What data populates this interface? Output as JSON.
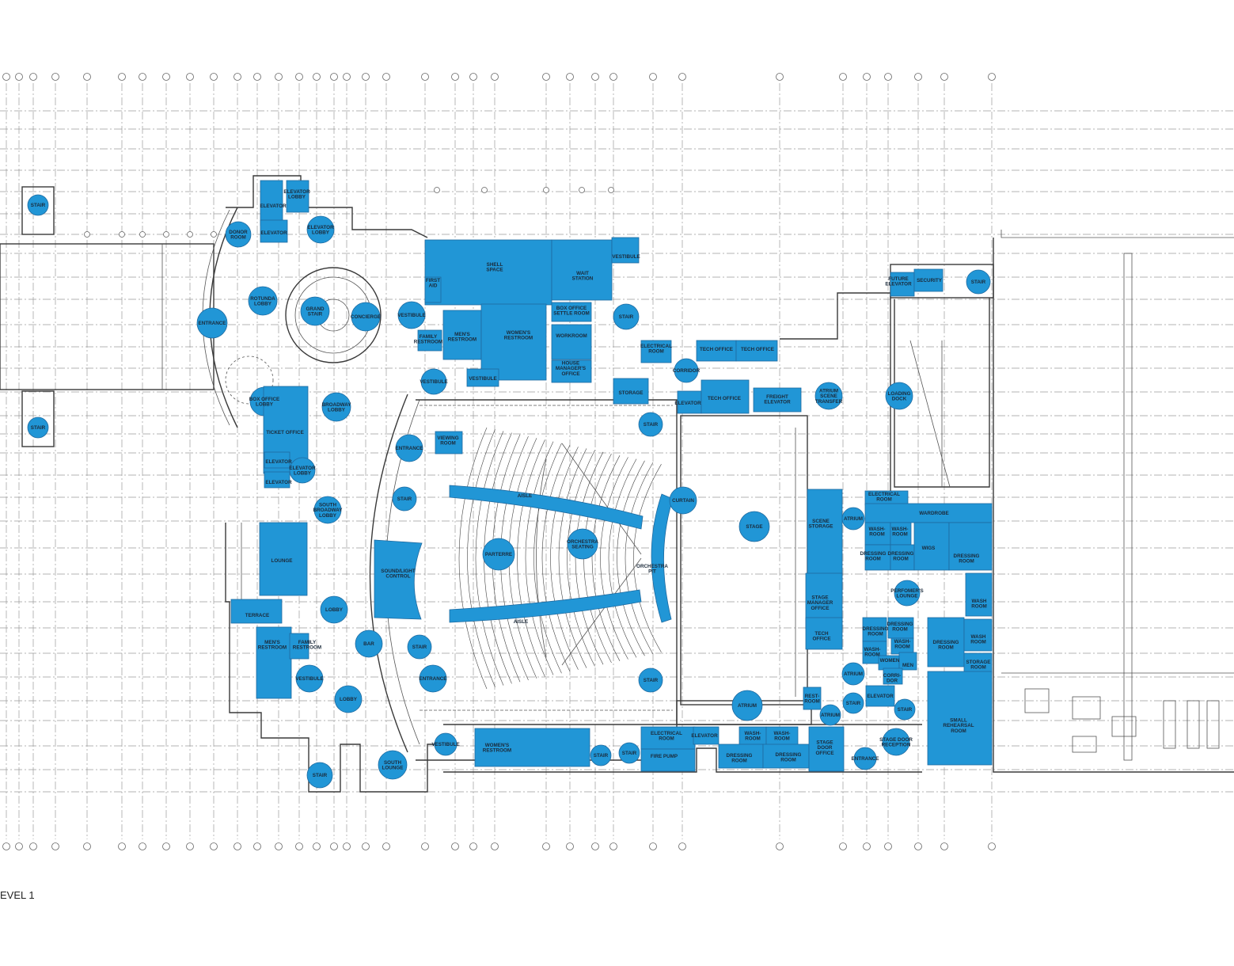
{
  "colors": {
    "room_fill": "#2196d6",
    "label_text": "#1b2a3a",
    "linework": "#3a3a3a",
    "grid": "#9a9a9a"
  },
  "level_label": "EVEL 1",
  "rooms": [
    {
      "id": "r01",
      "label": [
        "STAIR"
      ]
    },
    {
      "id": "r02",
      "label": [
        "STAIR"
      ]
    },
    {
      "id": "r03",
      "label": [
        "ELEVATOR"
      ]
    },
    {
      "id": "r04",
      "label": [
        "ELEVATOR"
      ]
    },
    {
      "id": "r05",
      "label": [
        "ELEVATOR",
        "LOBBY"
      ]
    },
    {
      "id": "r06",
      "label": [
        "DONOR",
        "ROOM"
      ]
    },
    {
      "id": "r07",
      "label": [
        "ELEVATOR",
        "LOBBY"
      ]
    },
    {
      "id": "r08",
      "label": [
        "ROTUNDA",
        "LOBBY"
      ]
    },
    {
      "id": "r09",
      "label": [
        "GRAND",
        "STAIR"
      ]
    },
    {
      "id": "r10",
      "label": [
        "CONCIERGE"
      ]
    },
    {
      "id": "r11",
      "label": [
        "ENTRANCE"
      ]
    },
    {
      "id": "r12",
      "label": [
        "VESTIBULE"
      ]
    },
    {
      "id": "r13",
      "label": [
        "BOX OFFICE",
        "LOBBY"
      ]
    },
    {
      "id": "r14",
      "label": [
        "BROADWAY",
        "LOBBY"
      ]
    },
    {
      "id": "r15",
      "label": [
        "TICKET OFFICE"
      ]
    },
    {
      "id": "r16",
      "label": [
        "ELEVATOR"
      ]
    },
    {
      "id": "r17",
      "label": [
        "ELEVATOR"
      ]
    },
    {
      "id": "r18",
      "label": [
        "ELEVATOR",
        "LOBBY"
      ]
    },
    {
      "id": "r19",
      "label": [
        "SOUTH",
        "BROADWAY",
        "LOBBY"
      ]
    },
    {
      "id": "r20",
      "label": [
        "LOUNGE"
      ]
    },
    {
      "id": "r21",
      "label": [
        "TERRACE"
      ]
    },
    {
      "id": "r22",
      "label": [
        "LOBBY"
      ]
    },
    {
      "id": "r23",
      "label": [
        "MEN'S",
        "RESTROOM"
      ]
    },
    {
      "id": "r24",
      "label": [
        "FAMILY",
        "RESTROOM"
      ]
    },
    {
      "id": "r25",
      "label": [
        "VESTIBULE"
      ]
    },
    {
      "id": "r26",
      "label": [
        "BAR"
      ]
    },
    {
      "id": "r27",
      "label": [
        "LOBBY"
      ]
    },
    {
      "id": "r28",
      "label": [
        "STAIR"
      ]
    },
    {
      "id": "r29",
      "label": [
        "SOUTH",
        "LOUNGE"
      ]
    },
    {
      "id": "r30",
      "label": [
        "SHELL",
        "SPACE"
      ]
    },
    {
      "id": "r31",
      "label": [
        "FIRST",
        "AID"
      ]
    },
    {
      "id": "r32",
      "label": [
        "WAIT",
        "STATION"
      ]
    },
    {
      "id": "r33",
      "label": [
        "VESTIBULE"
      ]
    },
    {
      "id": "r34",
      "label": [
        "BOX OFFICE",
        "SETTLE ROOM"
      ]
    },
    {
      "id": "r35",
      "label": [
        "MEN'S",
        "RESTROOM"
      ]
    },
    {
      "id": "r36",
      "label": [
        "WOMEN'S",
        "RESTROOM"
      ]
    },
    {
      "id": "r37",
      "label": [
        "WORKROOM"
      ]
    },
    {
      "id": "r38",
      "label": [
        "FAMILY",
        "RESTROOM"
      ]
    },
    {
      "id": "r39",
      "label": [
        "HOUSE",
        "MANAGER'S",
        "OFFICE"
      ]
    },
    {
      "id": "r40",
      "label": [
        "STAIR"
      ]
    },
    {
      "id": "r41",
      "label": [
        "VESTIBULE"
      ]
    },
    {
      "id": "r42",
      "label": [
        "VESTIBULE"
      ]
    },
    {
      "id": "r43",
      "label": [
        "VIEWING",
        "ROOM"
      ]
    },
    {
      "id": "r44",
      "label": [
        "ENTRANCE"
      ]
    },
    {
      "id": "r45",
      "label": [
        "STAIR"
      ]
    },
    {
      "id": "r46",
      "label": [
        "STORAGE"
      ]
    },
    {
      "id": "r47",
      "label": [
        "STAIR"
      ]
    },
    {
      "id": "r48",
      "label": [
        "AISLE"
      ]
    },
    {
      "id": "r49",
      "label": [
        "AISLE"
      ]
    },
    {
      "id": "r50",
      "label": [
        "PARTERRE"
      ]
    },
    {
      "id": "r51",
      "label": [
        "ORCHESTRA",
        "SEATING"
      ]
    },
    {
      "id": "r52",
      "label": [
        "SOUND/LIGHT",
        "CONTROL"
      ]
    },
    {
      "id": "r53",
      "label": [
        "ORCHESTRA",
        "PIT"
      ]
    },
    {
      "id": "r54",
      "label": [
        "CURTAIN"
      ]
    },
    {
      "id": "r55",
      "label": [
        "STAIR"
      ]
    },
    {
      "id": "r56",
      "label": [
        "ENTRANCE"
      ]
    },
    {
      "id": "r57",
      "label": [
        "STAIR"
      ]
    },
    {
      "id": "r58",
      "label": [
        "ELECTRICAL",
        "ROOM"
      ]
    },
    {
      "id": "r59",
      "label": [
        "TECH OFFICE"
      ]
    },
    {
      "id": "r60",
      "label": [
        "TECH OFFICE"
      ]
    },
    {
      "id": "r61",
      "label": [
        "CORRIDOR"
      ]
    },
    {
      "id": "r62",
      "label": [
        "ELEVATOR"
      ]
    },
    {
      "id": "r63",
      "label": [
        "TECH OFFICE"
      ]
    },
    {
      "id": "r64",
      "label": [
        "FREIGHT",
        "ELEVATOR"
      ]
    },
    {
      "id": "r65",
      "label": [
        "ATRIUM",
        "SCENE",
        "TRANSFER"
      ]
    },
    {
      "id": "r66",
      "label": [
        "STAGE"
      ]
    },
    {
      "id": "r67",
      "label": [
        "LOADING",
        "DOCK"
      ]
    },
    {
      "id": "r68",
      "label": [
        "FUTURE",
        "ELEVATOR"
      ]
    },
    {
      "id": "r69",
      "label": [
        "SECURITY"
      ]
    },
    {
      "id": "r70",
      "label": [
        "STAIR"
      ]
    },
    {
      "id": "r71",
      "label": [
        "ELECTRICAL",
        "ROOM"
      ]
    },
    {
      "id": "r72",
      "label": [
        "WARDROBE"
      ]
    },
    {
      "id": "r73",
      "label": [
        "SCENE",
        "STORAGE"
      ]
    },
    {
      "id": "r74",
      "label": [
        "ATRIUM"
      ]
    },
    {
      "id": "r75",
      "label": [
        "WASH-",
        "ROOM"
      ]
    },
    {
      "id": "r76",
      "label": [
        "WASH-",
        "ROOM"
      ]
    },
    {
      "id": "r77",
      "label": [
        "DRESSING",
        "ROOM"
      ]
    },
    {
      "id": "r78",
      "label": [
        "DRESSING",
        "ROOM"
      ]
    },
    {
      "id": "r79",
      "label": [
        "WIGS"
      ]
    },
    {
      "id": "r80",
      "label": [
        "DRESSING",
        "ROOM"
      ]
    },
    {
      "id": "r81",
      "label": [
        "PERFOMER'S",
        "LOUNGE"
      ]
    },
    {
      "id": "r82",
      "label": [
        "WASH",
        "ROOM"
      ]
    },
    {
      "id": "r83",
      "label": [
        "STAGE",
        "MANAGER",
        "OFFICE"
      ]
    },
    {
      "id": "r84",
      "label": [
        "TECH",
        "OFFICE"
      ]
    },
    {
      "id": "r85",
      "label": [
        "DRESSING",
        "ROOM"
      ]
    },
    {
      "id": "r86",
      "label": [
        "DRESSING",
        "ROOM"
      ]
    },
    {
      "id": "r87",
      "label": [
        "WASH-",
        "ROOM"
      ]
    },
    {
      "id": "r88",
      "label": [
        "WASH-",
        "ROOM"
      ]
    },
    {
      "id": "r89",
      "label": [
        "WOMEN"
      ]
    },
    {
      "id": "r90",
      "label": [
        "MEN"
      ]
    },
    {
      "id": "r91",
      "label": [
        "DRESSING",
        "ROOM"
      ]
    },
    {
      "id": "r92",
      "label": [
        "WASH",
        "ROOM"
      ]
    },
    {
      "id": "r93",
      "label": [
        "STORAGE",
        "ROOM"
      ]
    },
    {
      "id": "r94",
      "label": [
        "ATRIUM"
      ]
    },
    {
      "id": "r95",
      "label": [
        "CORRI-",
        "DOR"
      ]
    },
    {
      "id": "r96",
      "label": [
        "REST-",
        "ROOM"
      ]
    },
    {
      "id": "r97",
      "label": [
        "STAIR"
      ]
    },
    {
      "id": "r98",
      "label": [
        "ELEVATOR"
      ]
    },
    {
      "id": "r99",
      "label": [
        "STAIR"
      ]
    },
    {
      "id": "r100",
      "label": [
        "ATRIUM"
      ]
    },
    {
      "id": "r101",
      "label": [
        "ATRIUM"
      ]
    },
    {
      "id": "r102",
      "label": [
        "SMALL",
        "REHEARSAL",
        "ROOM"
      ]
    },
    {
      "id": "r103",
      "label": [
        "VESTIBULE"
      ]
    },
    {
      "id": "r104",
      "label": [
        "WOMEN'S",
        "RESTROOM"
      ]
    },
    {
      "id": "r105",
      "label": [
        "STAIR"
      ]
    },
    {
      "id": "r106",
      "label": [
        "STAIR"
      ]
    },
    {
      "id": "r107",
      "label": [
        "ELECTRICAL",
        "ROOM"
      ]
    },
    {
      "id": "r108",
      "label": [
        "FIRE PUMP"
      ]
    },
    {
      "id": "r109",
      "label": [
        "ELEVATOR"
      ]
    },
    {
      "id": "r110",
      "label": [
        "WASH-",
        "ROOM"
      ]
    },
    {
      "id": "r111",
      "label": [
        "WASH-",
        "ROOM"
      ]
    },
    {
      "id": "r112",
      "label": [
        "DRESSING",
        "ROOM"
      ]
    },
    {
      "id": "r113",
      "label": [
        "DRESSING",
        "ROOM"
      ]
    },
    {
      "id": "r114",
      "label": [
        "STAGE",
        "DOOR",
        "OFFICE"
      ]
    },
    {
      "id": "r115",
      "label": [
        "STAGE DOOR",
        "RECEPTION"
      ]
    },
    {
      "id": "r116",
      "label": [
        "ENTRANCE"
      ]
    }
  ]
}
